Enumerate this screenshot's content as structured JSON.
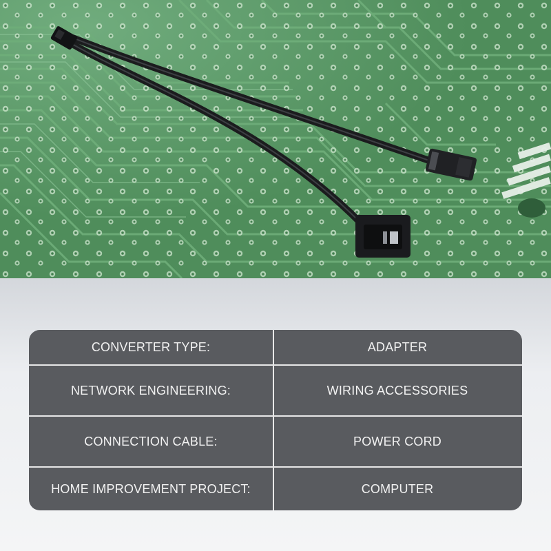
{
  "product_photo": {
    "icon": "pcb-cable-photo"
  },
  "specs": {
    "rows": [
      {
        "key": "CONVERTER TYPE:",
        "value": "ADAPTER"
      },
      {
        "key": "NETWORK ENGINEERING:",
        "value": "WIRING ACCESSORIES"
      },
      {
        "key": "CONNECTION CABLE:",
        "value": "POWER CORD"
      },
      {
        "key": "HOME IMPROVEMENT PROJECT:",
        "value": "COMPUTER"
      }
    ]
  },
  "colors": {
    "pcb_green": "#4f8d5b",
    "table_bg": "#595b5f",
    "table_text": "#f2f2f2"
  }
}
